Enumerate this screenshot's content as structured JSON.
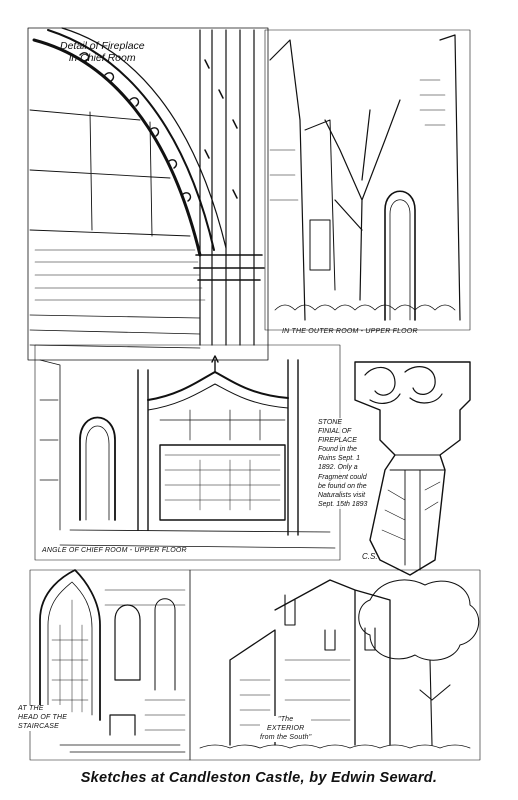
{
  "labels": {
    "fireplace_detail": "Detail of Fireplace\nin Chief Room",
    "outer_room": "IN THE OUTER ROOM - UPPER FLOOR",
    "chief_room_angle": "ANGLE OF CHIEF ROOM - UPPER FLOOR",
    "finial_note": "STONE\nFINIAL OF\nFIREPLACE\nFound in the\nRuins Sept. 1\n1892. Only a\nFragment could\nbe found on the\nNaturalists visit\nSept. 15th 1893",
    "finial_initials": "C.S.",
    "staircase": "AT THE\nHEAD OF THE\nSTAIRCASE",
    "exterior": "\"The\nEXTERIOR\nfrom the South\""
  },
  "caption": "Sketches at Candleston Castle, by Edwin Seward."
}
